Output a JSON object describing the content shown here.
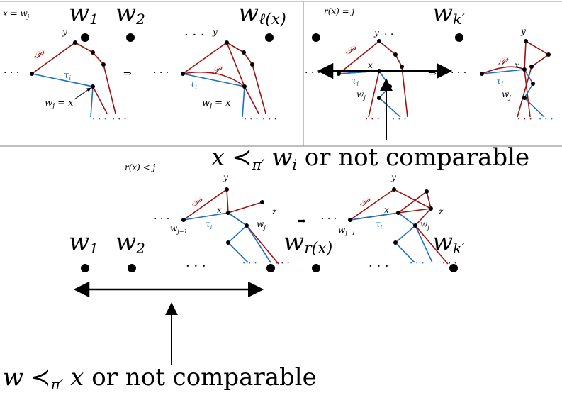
{
  "top_left": {
    "caption": "x = w",
    "caption_sub": "j",
    "w1": "w",
    "w1_sub": "1",
    "w2": "w",
    "w2_sub": "2",
    "wl": "w",
    "wl_sub": "ℓ(x)",
    "y": "y",
    "P": "𝒫",
    "tau": "τ",
    "tau_sub": "i",
    "wj_eq_x": "w",
    "wj_eq_x_sub": "j",
    "wj_eq_x_rest": " = x",
    "arrow": "⇒",
    "dots_mid": "· · ·",
    "dots_left": "· · ·",
    "dots_blue": "· · ·",
    "dots_red": "· · ·"
  },
  "top_right": {
    "caption": "r(x) = j",
    "wk": "w",
    "wk_prime": "k′",
    "y": "y",
    "x": "x",
    "P": "𝒫",
    "tau": "τ",
    "tau_sub": "i",
    "wj": "w",
    "wj_sub": "j",
    "arrow": "⇒",
    "dots_left": "· · ·",
    "dots_red": "· · ·",
    "dots_blue": "· · ·"
  },
  "annotation_top": {
    "x": "x",
    "prec": "≺",
    "pi": "π′",
    "w": "w",
    "w_sub": "i",
    "rest": " or not comparable"
  },
  "bottom": {
    "caption": "r(x) < j",
    "w1": "w",
    "w1_sub": "1",
    "w2": "w",
    "w2_sub": "2",
    "wr": "w",
    "wr_sub": "r(x)",
    "wk": "w",
    "wk_prime": "k′",
    "y": "y",
    "x": "x",
    "z": "z",
    "P": "𝒫",
    "tau": "τ",
    "tau_sub": "i",
    "wj": "w",
    "wj_sub": "j",
    "wj1": "w",
    "wj1_sub": "j−1",
    "arrow": "⇒",
    "dots": "· · ·",
    "dots_left": "· · ·",
    "dots_blue": "· · ·",
    "dots_red": "· · ·"
  },
  "annotation_bottom": {
    "w": "w",
    "prec": "≺",
    "pi": "π′",
    "x": "x",
    "rest": " or not comparable"
  }
}
